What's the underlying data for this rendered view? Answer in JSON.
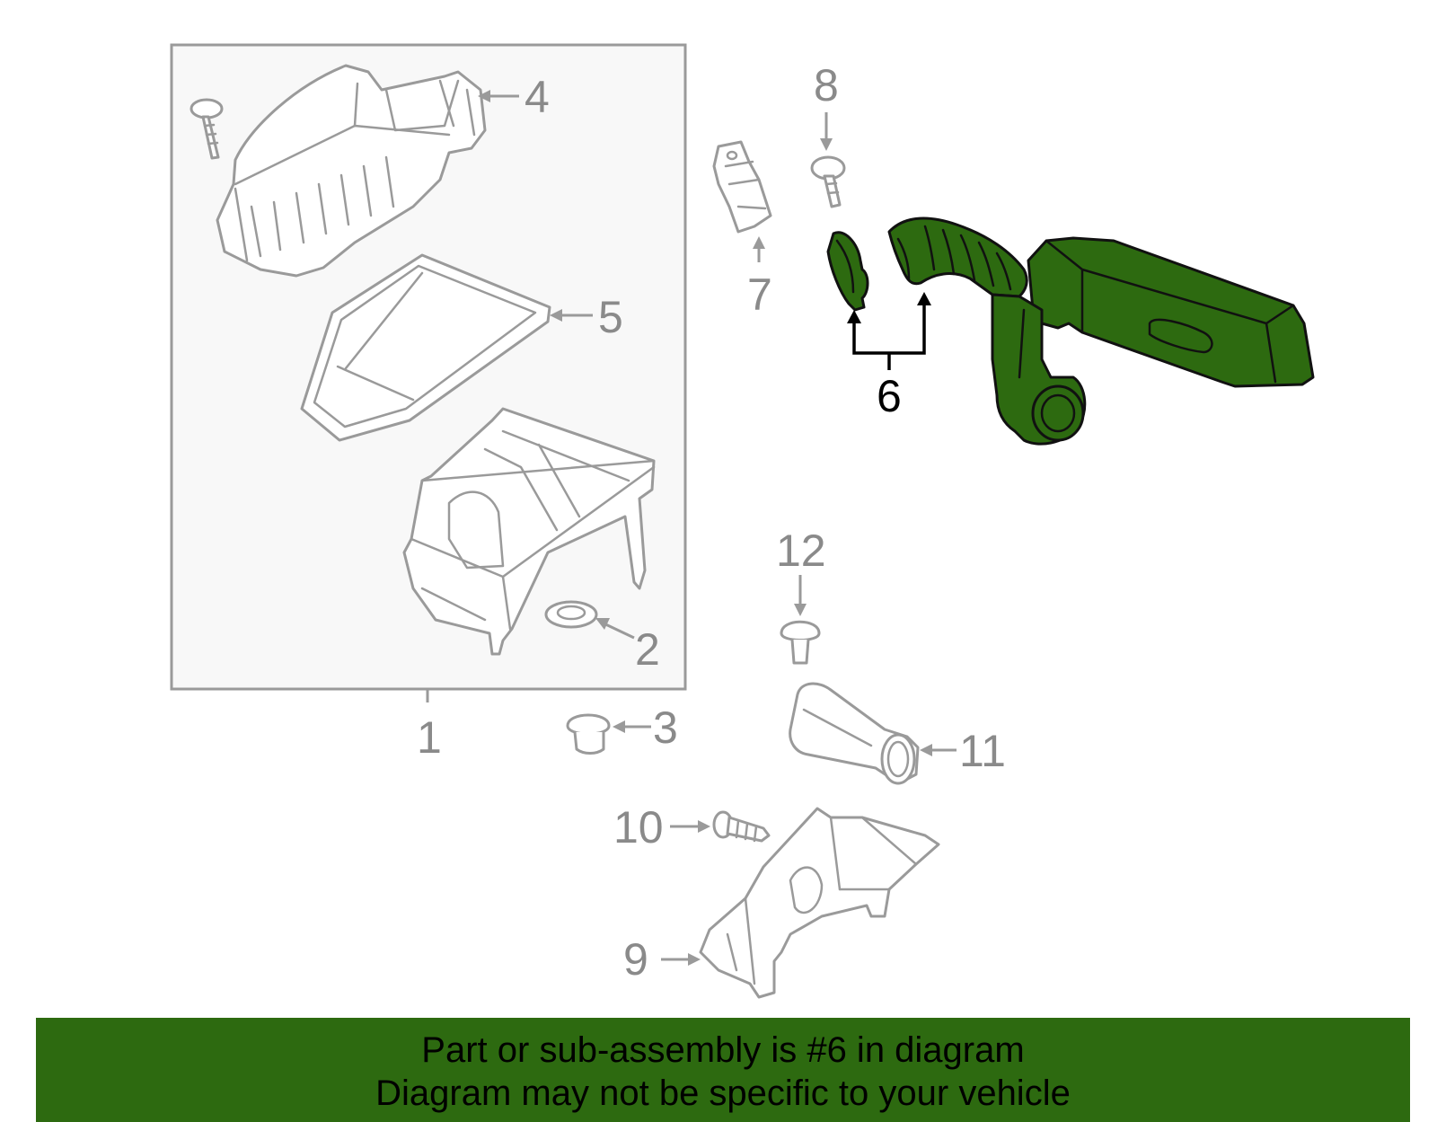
{
  "callouts": {
    "c1": "1",
    "c2": "2",
    "c3": "3",
    "c4": "4",
    "c5": "5",
    "c6": "6",
    "c7": "7",
    "c8": "8",
    "c9": "9",
    "c10": "10",
    "c11": "11",
    "c12": "12"
  },
  "highlighted_part": "6",
  "colors": {
    "highlight": "#2d6a10",
    "parts_outline": "#9a9a9a",
    "box_fill": "#f8f8f8"
  },
  "banner": {
    "line1": "Part or sub-assembly is #6 in diagram",
    "line2": "Diagram may not be specific to your vehicle"
  }
}
